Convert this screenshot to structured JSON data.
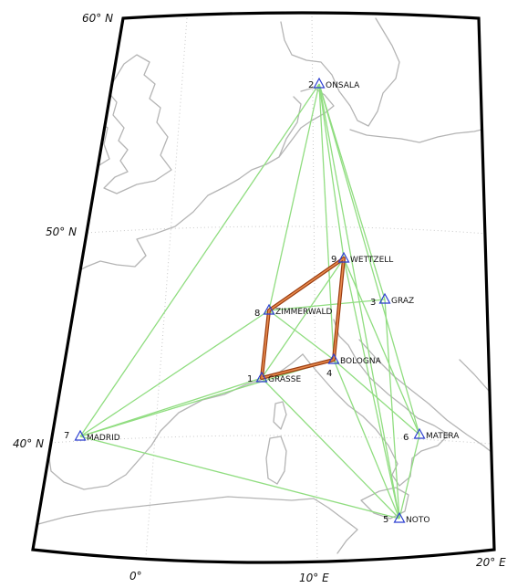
{
  "colors": {
    "baseline": "#90dd80",
    "highlight": "#9a3d12",
    "station_marker": "#2c3fd0",
    "coastline": "#b4b4b4",
    "frame": "#000000"
  },
  "graticule_labels": {
    "lat60": "60° N",
    "lat50": "50° N",
    "lat40": "40° N",
    "lon0": "0°",
    "lon10": "10° E",
    "lon20": "20° E"
  },
  "stations": [
    {
      "id": "1",
      "name": "GRASSE"
    },
    {
      "id": "2",
      "name": "ONSALA"
    },
    {
      "id": "3",
      "name": "GRAZ"
    },
    {
      "id": "4",
      "name": "BOLOGNA"
    },
    {
      "id": "5",
      "name": "NOTO"
    },
    {
      "id": "6",
      "name": "MATERA"
    },
    {
      "id": "7",
      "name": "MADRID"
    },
    {
      "id": "8",
      "name": "ZIMMERWALD"
    },
    {
      "id": "9",
      "name": "WETTZELL"
    }
  ],
  "baselines": [
    [
      "2",
      "7"
    ],
    [
      "2",
      "8"
    ],
    [
      "2",
      "9"
    ],
    [
      "2",
      "3"
    ],
    [
      "2",
      "4"
    ],
    [
      "2",
      "6"
    ],
    [
      "2",
      "5"
    ],
    [
      "1",
      "7"
    ],
    [
      "1",
      "5"
    ],
    [
      "1",
      "9"
    ],
    [
      "7",
      "5"
    ],
    [
      "7",
      "4"
    ],
    [
      "7",
      "8"
    ],
    [
      "8",
      "3"
    ],
    [
      "8",
      "4"
    ],
    [
      "9",
      "5"
    ],
    [
      "9",
      "6"
    ],
    [
      "4",
      "6"
    ],
    [
      "4",
      "5"
    ],
    [
      "3",
      "5"
    ],
    [
      "6",
      "5"
    ]
  ],
  "highlighted_polygon": [
    "8",
    "9",
    "4",
    "1"
  ]
}
